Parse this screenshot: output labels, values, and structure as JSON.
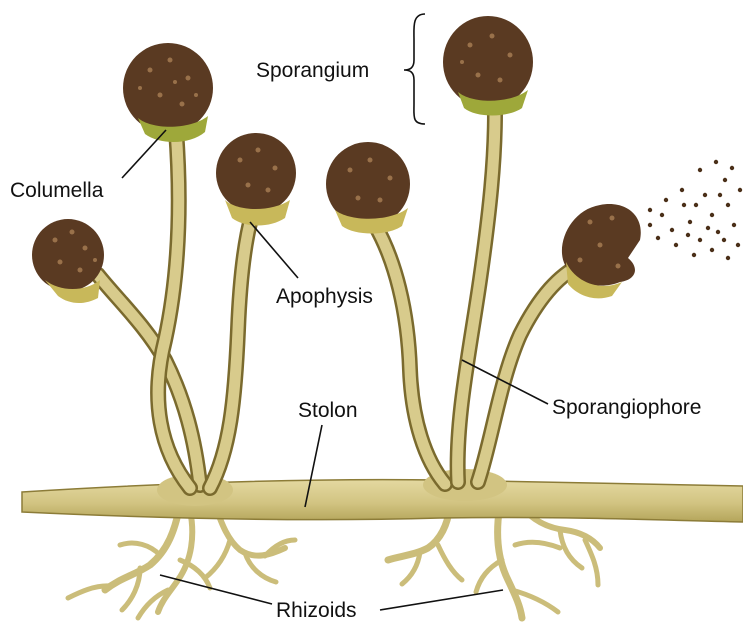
{
  "diagram": {
    "labels": {
      "sporangium": "Sporangium",
      "columella": "Columella",
      "apophysis": "Apophysis",
      "stolon": "Stolon",
      "sporangiophore": "Sporangiophore",
      "rhizoids": "Rhizoids"
    },
    "colors": {
      "hypha_fill": "#d6c98a",
      "hypha_stroke": "#7a6a2e",
      "hypha_shadow": "#a8993f",
      "sporangium": "#5a3a22",
      "sporangium_dark": "#2e1a0e",
      "spore_speck": "#a47b52",
      "apophysis": "#c8b85a",
      "columella": "#9ea83a",
      "spores": "#4a2f18",
      "label": "#111111",
      "background": "#ffffff"
    }
  }
}
